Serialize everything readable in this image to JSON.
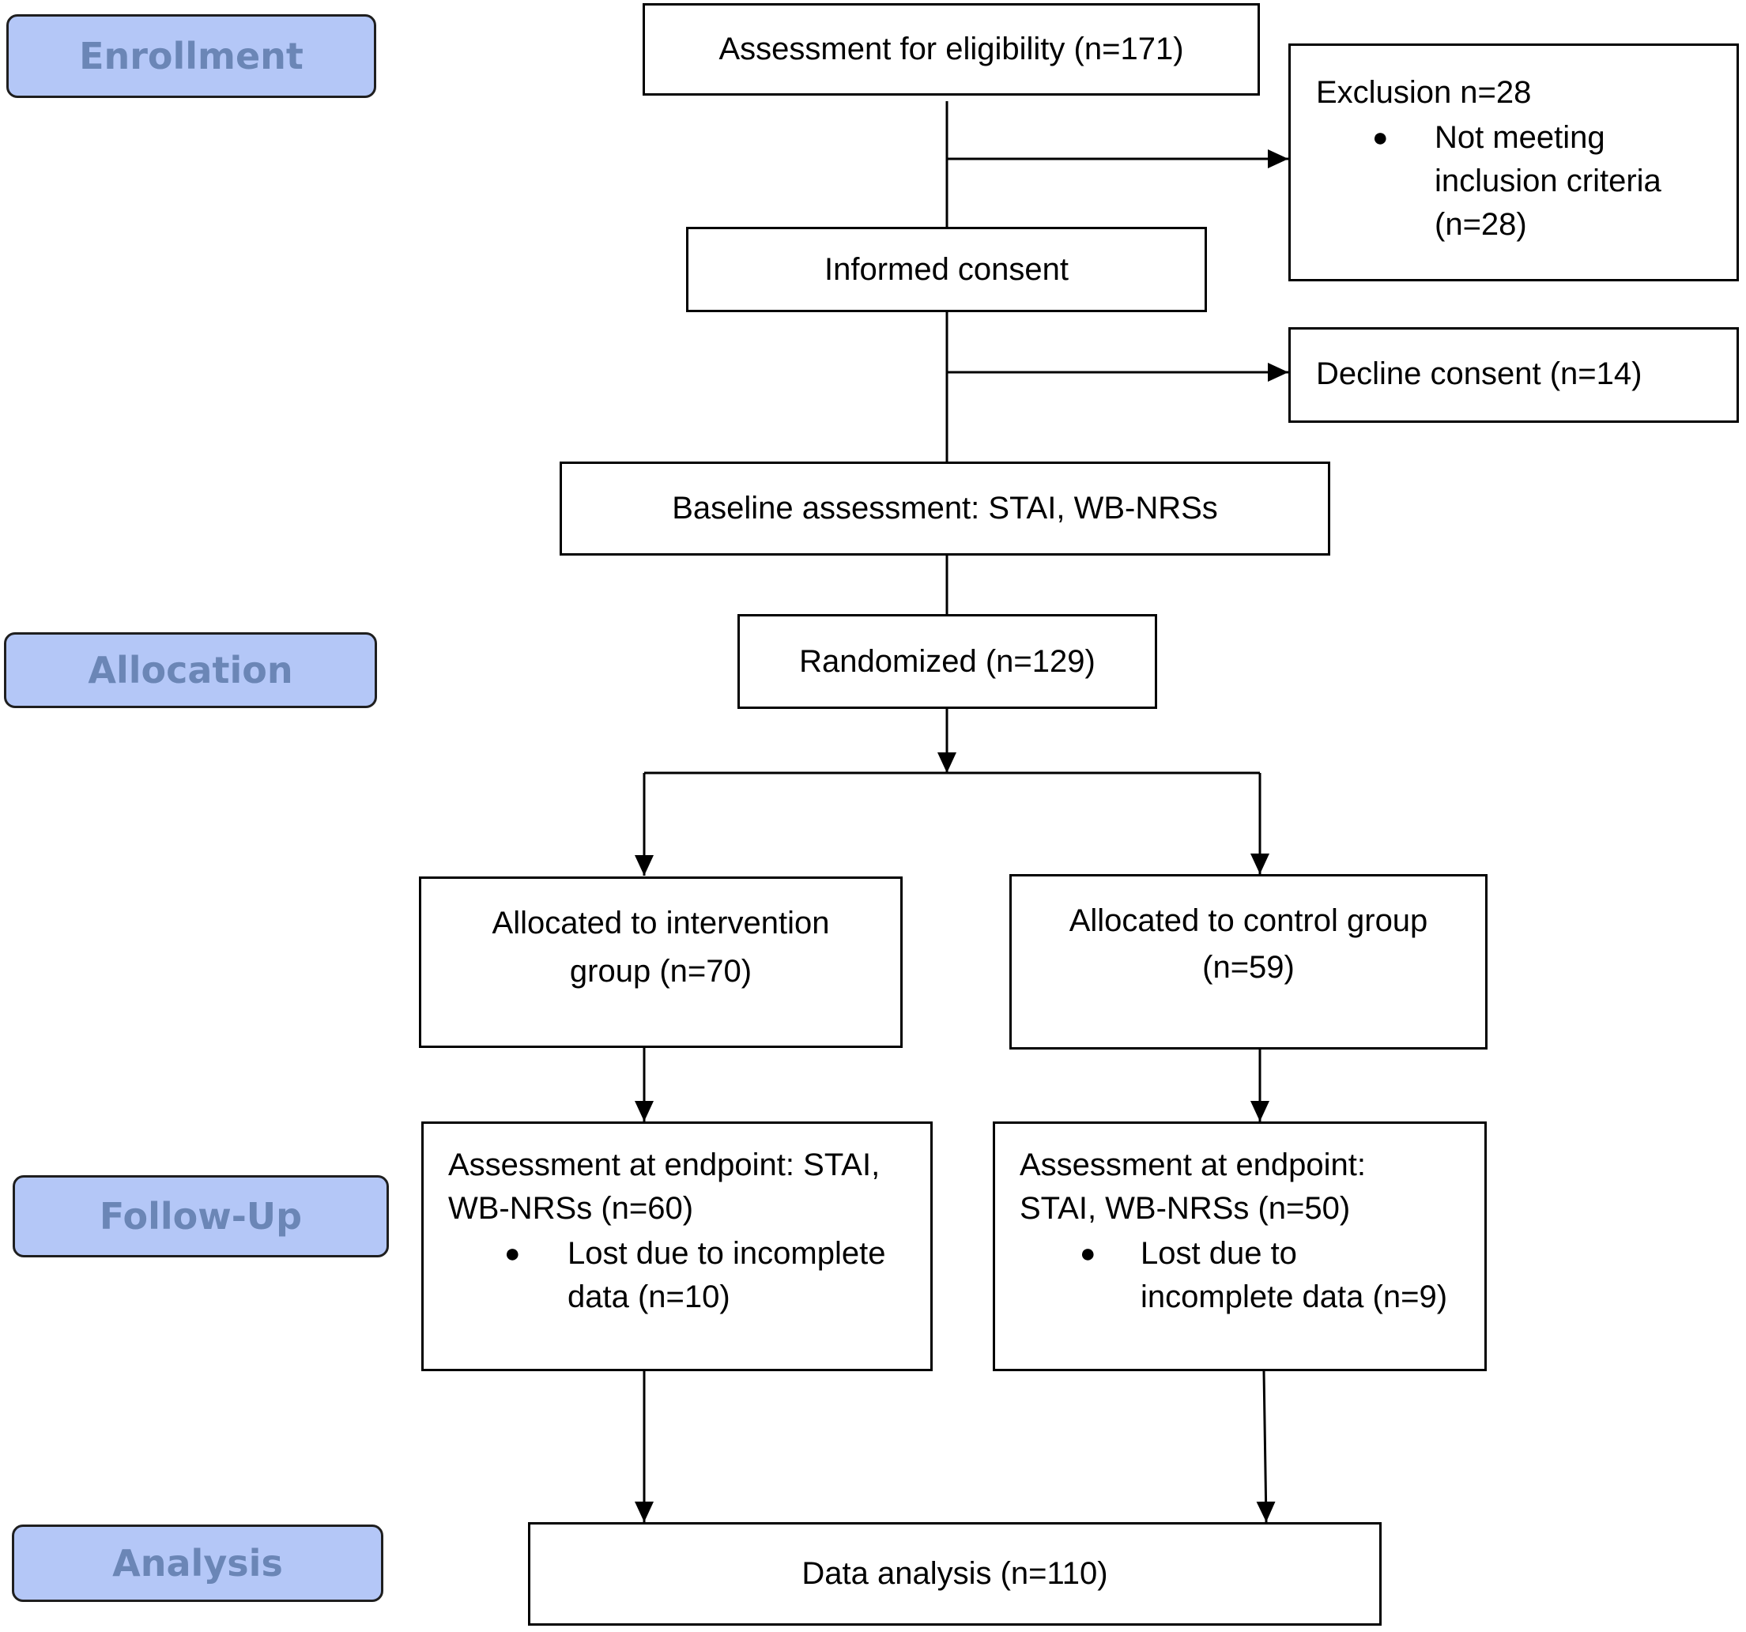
{
  "colors": {
    "stage_fill": "#b4c7f7",
    "stage_text": "#6b86b6",
    "line": "#000000"
  },
  "stages": {
    "enrollment": "Enrollment",
    "allocation": "Allocation",
    "follow_up": "Follow-Up",
    "analysis": "Analysis"
  },
  "boxes": {
    "eligibility": "Assessment for eligibility (n=171)",
    "exclusion": {
      "title": "Exclusion n=28",
      "bullet_line1": "Not meeting",
      "bullet_line2": "inclusion criteria",
      "bullet_line3": "(n=28)"
    },
    "consent": "Informed consent",
    "decline": "Decline consent (n=14)",
    "baseline": "Baseline assessment: STAI, WB-NRSs",
    "randomized": "Randomized (n=129)",
    "intervention": {
      "line1": "Allocated to intervention",
      "line2": "group (n=70)"
    },
    "control": {
      "line1": "Allocated to control group",
      "line2": "(n=59)"
    },
    "endpoint_intervention": {
      "line1": "Assessment at endpoint: STAI,",
      "line2": "WB-NRSs (n=60)",
      "bullet_line1": "Lost due to incomplete",
      "bullet_line2": "data (n=10)"
    },
    "endpoint_control": {
      "line1": "Assessment at endpoint:",
      "line2": "STAI, WB-NRSs (n=50)",
      "bullet_line1": "Lost due to",
      "bullet_line2": "incomplete data (n=9)"
    },
    "analysis": "Data analysis (n=110)"
  }
}
